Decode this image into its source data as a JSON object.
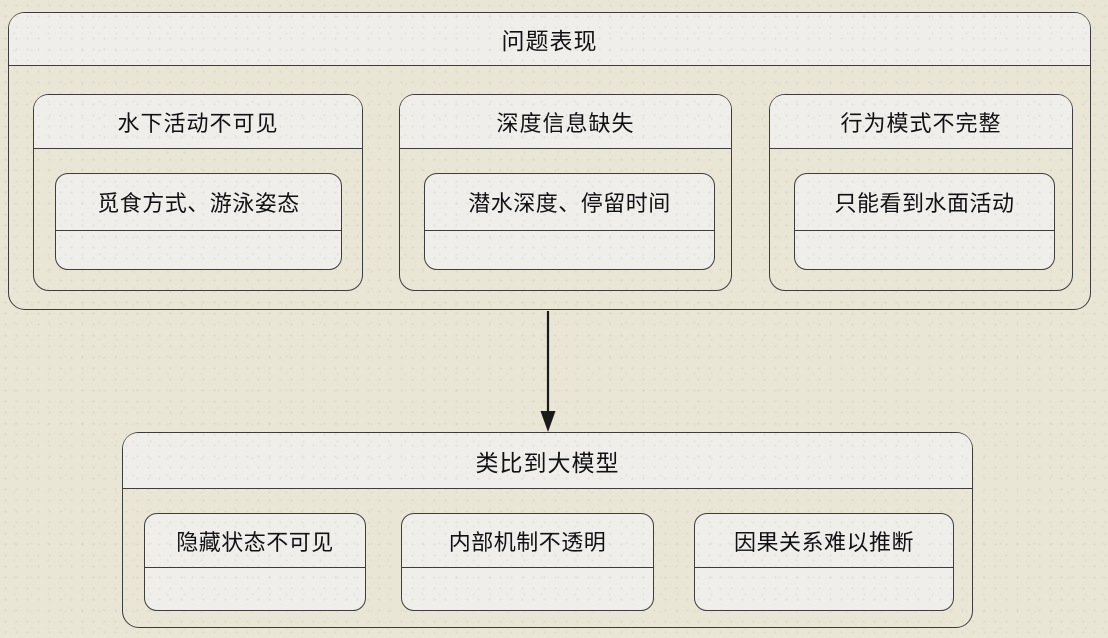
{
  "colors": {
    "background": "#e9e6d5",
    "box_fill": "#efeeeb",
    "border": "#3d3d3d",
    "text": "#111111",
    "arrow": "#1a1a1a"
  },
  "top_group": {
    "title": "问题表现",
    "children": [
      {
        "title": "水下活动不可见",
        "node": "觅食方式、游泳姿态"
      },
      {
        "title": "深度信息缺失",
        "node": "潜水深度、停留时间"
      },
      {
        "title": "行为模式不完整",
        "node": "只能看到水面活动"
      }
    ]
  },
  "arrow": {
    "direction": "down"
  },
  "bottom_group": {
    "title": "类比到大模型",
    "nodes": [
      "隐藏状态不可见",
      "内部机制不透明",
      "因果关系难以推断"
    ]
  }
}
